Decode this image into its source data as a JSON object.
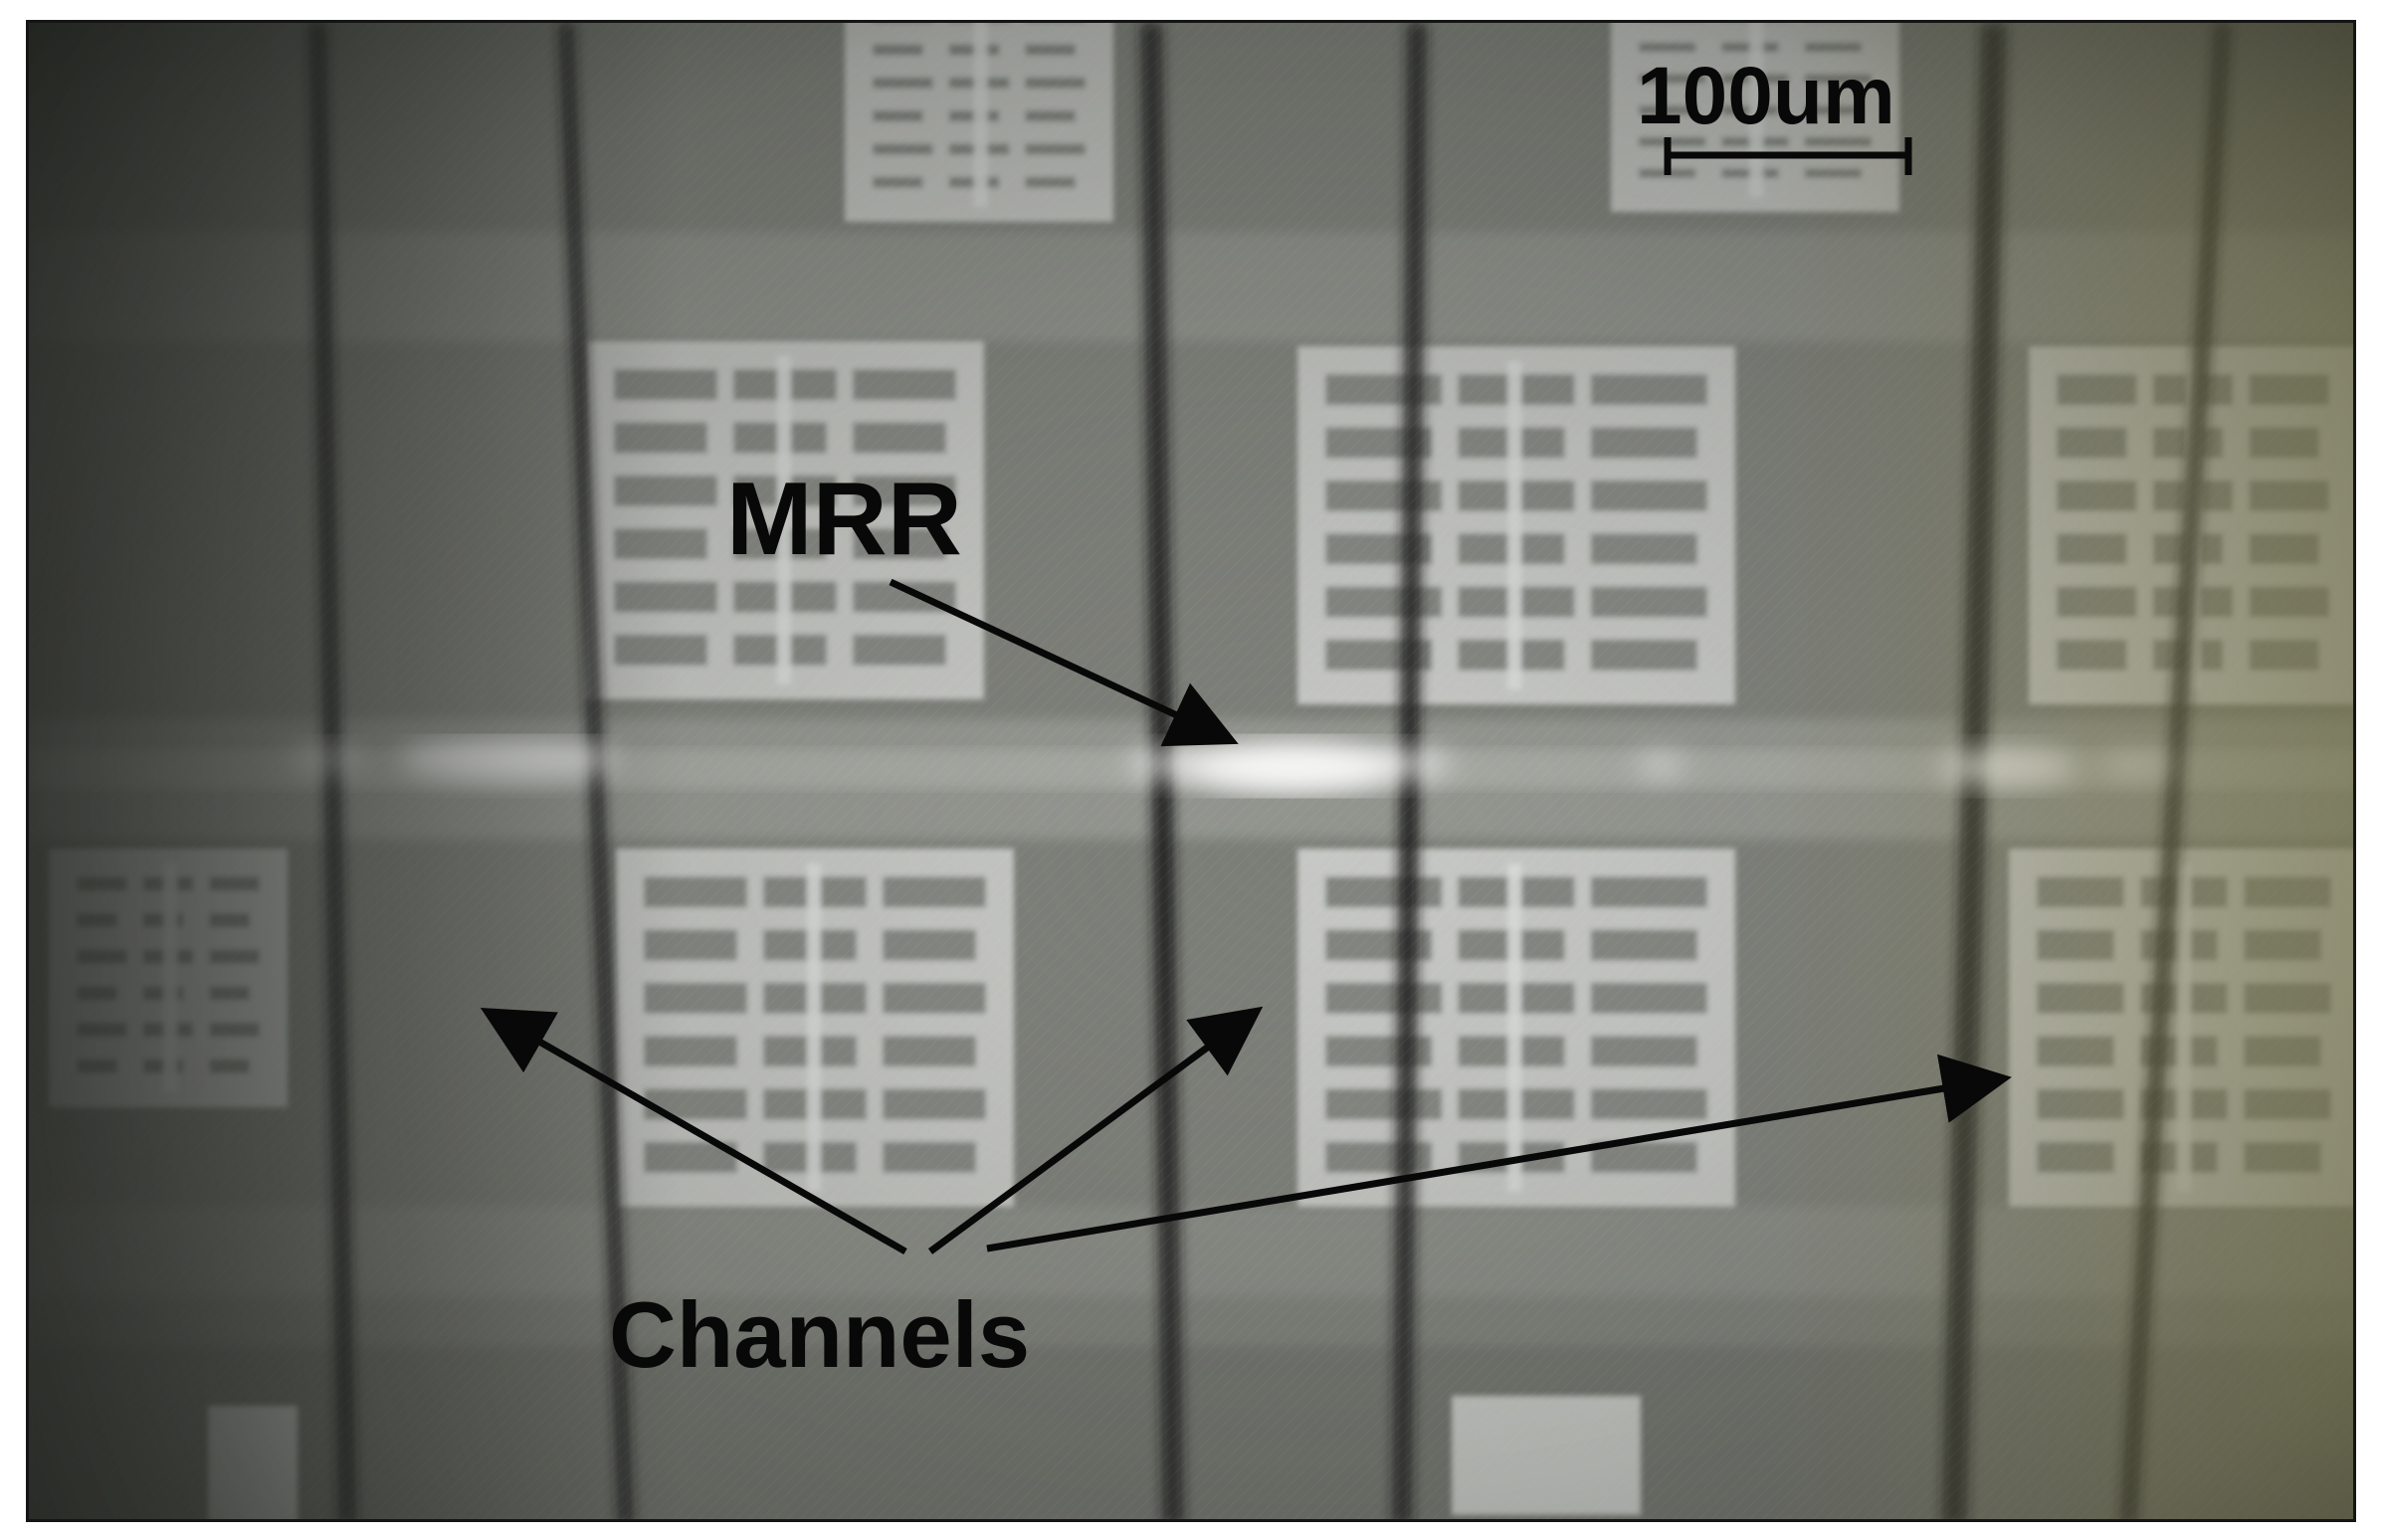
{
  "image": {
    "kind": "micrograph",
    "palette": {
      "background": "#7d7f79",
      "dark_channel": "#141614",
      "chip_bright": "#dcdedb",
      "chip_grey": "#6b6d68",
      "hotspot": "#ffffff",
      "annotation": "#080808",
      "vignette_warm": "#8f8a4a"
    }
  },
  "annotations": {
    "scale_bar_label": "100um",
    "mrr_label": "MRR",
    "channels_label": "Channels"
  }
}
